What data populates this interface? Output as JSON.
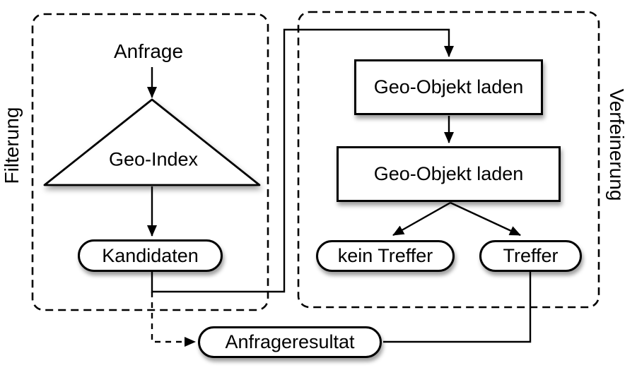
{
  "groups": {
    "filterung": {
      "label": "Filterung"
    },
    "verfeinerung": {
      "label": "Verfeinerung"
    }
  },
  "nodes": {
    "anfrage": {
      "label": "Anfrage",
      "shape": "text"
    },
    "geo_index": {
      "label": "Geo-Index",
      "shape": "triangle"
    },
    "kandidaten": {
      "label": "Kandidaten",
      "shape": "stadium"
    },
    "geo_objekt_laden_1": {
      "label": "Geo-Objekt laden",
      "shape": "rect"
    },
    "geo_objekt_laden_2": {
      "label": "Geo-Objekt laden",
      "shape": "rect"
    },
    "kein_treffer": {
      "label": "kein Treffer",
      "shape": "stadium"
    },
    "treffer": {
      "label": "Treffer",
      "shape": "stadium"
    },
    "anfrageresultat": {
      "label": "Anfrageresultat",
      "shape": "stadium"
    }
  },
  "edges": [
    {
      "from": "anfrage",
      "to": "geo_index",
      "style": "solid-arrow"
    },
    {
      "from": "geo_index",
      "to": "kandidaten",
      "style": "solid-arrow"
    },
    {
      "from": "kandidaten",
      "to": "geo_objekt_laden_1",
      "style": "solid-arrow"
    },
    {
      "from": "geo_objekt_laden_1",
      "to": "geo_objekt_laden_2",
      "style": "solid-arrow"
    },
    {
      "from": "geo_objekt_laden_2",
      "to": "kein_treffer",
      "style": "solid-arrow"
    },
    {
      "from": "geo_objekt_laden_2",
      "to": "treffer",
      "style": "solid-arrow"
    },
    {
      "from": "treffer",
      "to": "anfrageresultat",
      "style": "solid-line"
    },
    {
      "from": "kandidaten",
      "to": "anfrageresultat",
      "style": "dashed-arrow"
    }
  ],
  "colors": {
    "stroke": "#000000",
    "node_fill": "#ffffff",
    "background": "#ffffff"
  }
}
